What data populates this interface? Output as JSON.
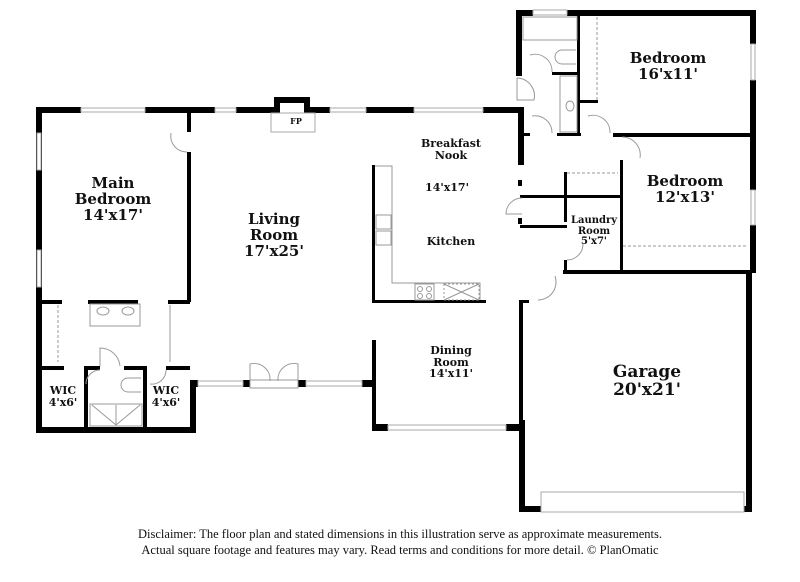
{
  "floor_plan": {
    "rooms": {
      "main_bedroom": {
        "name": "Main\nBedroom",
        "name_line1": "Main",
        "name_line2": "Bedroom",
        "dims": "14'x17'"
      },
      "living_room": {
        "name_line1": "Living",
        "name_line2": "Room",
        "dims": "17'x25'"
      },
      "breakfast_nook": {
        "name_line1": "Breakfast",
        "name_line2": "Nook"
      },
      "kitchen": {
        "name": "Kitchen",
        "dims": "14'x17'"
      },
      "dining_room": {
        "name_line1": "Dining",
        "name_line2": "Room",
        "dims": "14'x11'"
      },
      "bedroom_1": {
        "name": "Bedroom",
        "dims": "16'x11'"
      },
      "bedroom_2": {
        "name": "Bedroom",
        "dims": "12'x13'"
      },
      "laundry_room": {
        "name_line1": "Laundry",
        "name_line2": "Room",
        "dims": "5'x7'"
      },
      "garage": {
        "name": "Garage",
        "dims": "20'x21'"
      },
      "wic_left": {
        "name": "WIC",
        "dims": "4'x6'"
      },
      "wic_right": {
        "name": "WIC",
        "dims": "4'x6'"
      },
      "fireplace": {
        "name": "FP"
      }
    }
  },
  "disclaimer": {
    "line1": "Disclaimer: The floor plan and stated dimensions in this illustration serve as approximate measurements.",
    "line2": "Actual square footage and features may vary. Read terms and conditions for more detail. © PlanOmatic"
  }
}
